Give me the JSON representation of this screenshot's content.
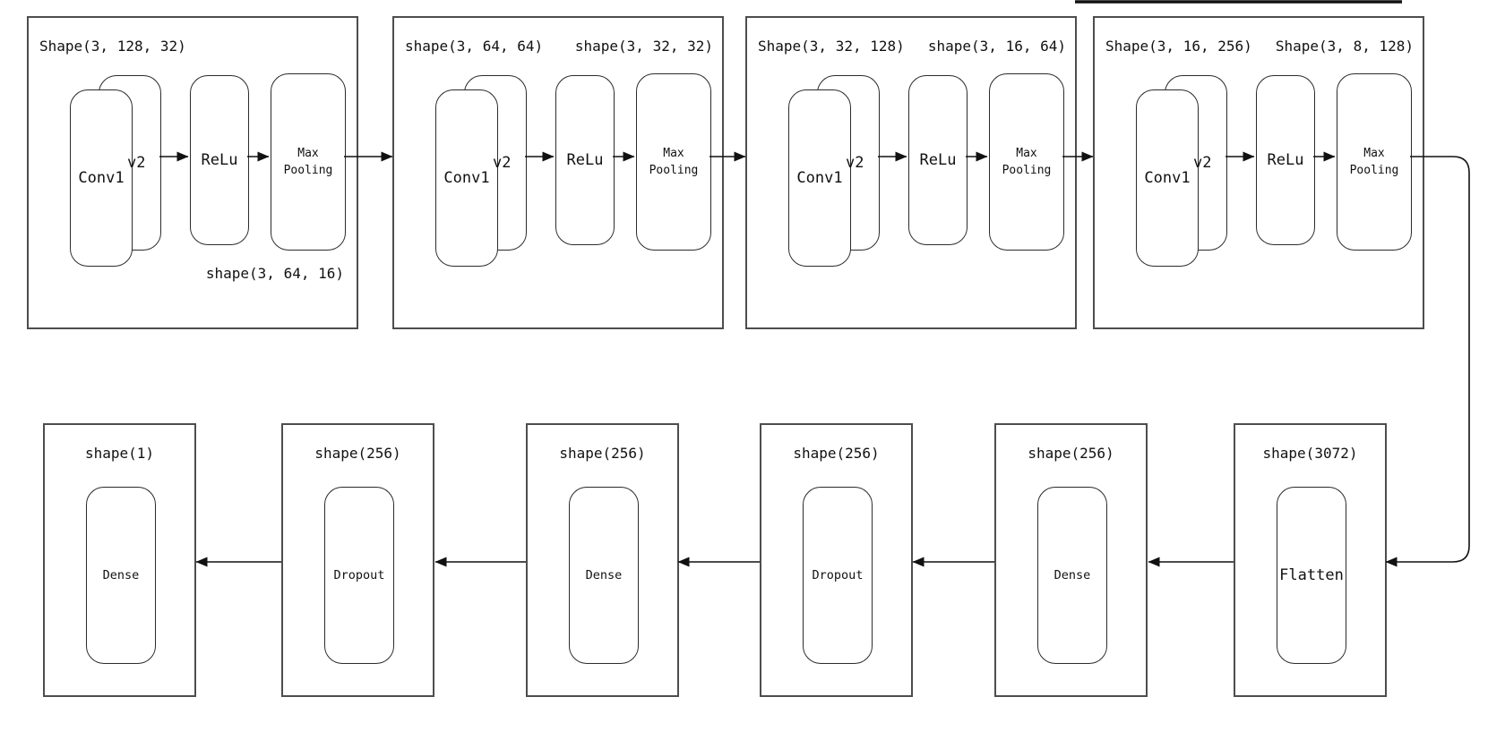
{
  "diagram": {
    "colors": {
      "outer_border": "#4d4d4d",
      "node_border": "#2b2b2b",
      "arrow": "#111111",
      "text": "#111111",
      "background": "#ffffff"
    },
    "top_row": {
      "blocks": [
        {
          "label_left": "Shape(3, 128, 32)",
          "label_bottom": "shape(3, 64, 16)",
          "conv_front": "Conv1",
          "conv_back": "v2",
          "relu": "ReLu",
          "pool_line1": "Max",
          "pool_line2": "Pooling"
        },
        {
          "label_left": "shape(3, 64, 64)",
          "label_right": "shape(3, 32, 32)",
          "conv_front": "Conv1",
          "conv_back": "v2",
          "relu": "ReLu",
          "pool_line1": "Max",
          "pool_line2": "Pooling"
        },
        {
          "label_left": "Shape(3, 32, 128)",
          "label_right": "shape(3, 16, 64)",
          "conv_front": "Conv1",
          "conv_back": "v2",
          "relu": "ReLu",
          "pool_line1": "Max",
          "pool_line2": "Pooling"
        },
        {
          "label_left": "Shape(3, 16, 256)",
          "label_right": "Shape(3, 8, 128)",
          "conv_front": "Conv1",
          "conv_back": "v2",
          "relu": "ReLu",
          "pool_line1": "Max",
          "pool_line2": "Pooling"
        }
      ]
    },
    "bottom_row": {
      "blocks": [
        {
          "label": "shape(1)",
          "node": "Dense"
        },
        {
          "label": "shape(256)",
          "node": "Dropout"
        },
        {
          "label": "shape(256)",
          "node": "Dense"
        },
        {
          "label": "shape(256)",
          "node": "Dropout"
        },
        {
          "label": "shape(256)",
          "node": "Dense"
        },
        {
          "label": "shape(3072)",
          "node": "Flatten"
        }
      ]
    }
  }
}
